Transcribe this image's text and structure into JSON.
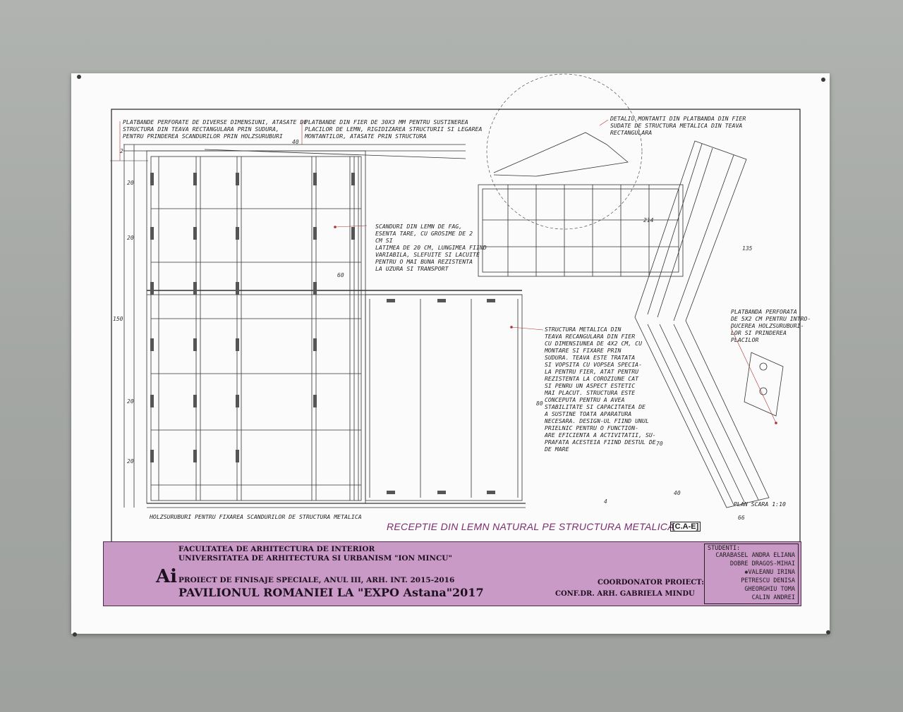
{
  "notes": {
    "platbande_perforate": "PLATBANDE PERFORATE DE DIVERSE DIMENSIUNI, ATASATE DE\nSTRUCTURA DIN TEAVA RECTANGULARA PRIN SUDURA,\nPENTRU PRINDEREA SCANDURILOR PRIN HOLZSURUBURI",
    "platbande_fier": "PLATBANDE DIN FIER DE 30X3 MM PENTRU SUSTINEREA\nPLACILOR DE LEMN, RIGIDIZAREA STRUCTURII SI LEGAREA\nMONTANTILOR, ATASATE PRIN STRUCTURA",
    "detaliu_montanti": "DETALIU MONTANTI DIN PLATBANDA DIN FIER\nSUDATE DE STRUCTURA METALICA DIN TEAVA\nRECTANGULARA",
    "scanduri": "SCANDURI DIN LEMN DE FAG,\nESENTA TARE, CU GROSIME DE 2\nCM SI\nLATIMEA DE 20 CM, LUNGIMEA FIIND\nVARIABILA, SLEFUITE SI LACUITE\nPENTRU O MAI BUNA REZISTENTA\nLA UZURA SI TRANSPORT",
    "structura_metalica": "STRUCTURA METALICA DIN\nTEAVA RECANGULARA DIN FIER\nCU DIMENSIUNEA DE 4X2 CM, CU\nMONTARE SI FIXARE PRIN\nSUDURA. TEAVA ESTE TRATATA\nSI VOPSITA CU VOPSEA SPECIA-\nLA PENTRU FIER, ATAT PENTRU\nREZISTENTA LA COROZIUNE CAT\nSI PENRU UN ASPECT ESTETIC\nMAI PLACUT. STRUCTURA ESTE\nCONCEPUTA PENTRU A AVEA\nSTABILITATE SI CAPACITATEA DE\nA SUSTINE TOATA APARATURA\nNECESARA. DESIGN-UL FIIND UNUL\nPRIELNIC PENTRU O FUNCTION-\nARE EFICIENTA A ACTIVITATII, SU-\nPRAFATA ACESTEIA FIIND DESTUL DE\nDE MARE",
    "platbanda_perforata": "PLATBANDA PERFORATA\nDE 5X2 CM PENTRU INTRO-\nDUCEREA HOLZSURUBURI-\nLOR SI PRINDEREA\nPLACILOR",
    "holzsuruburi": "HOLZSURUBURI PENTRU FIXAREA SCANDURILOR DE STRUCTURA METALICA",
    "plan_scara": "PLAN     SCARA 1:10"
  },
  "dims": {
    "d40a": "40",
    "d40b": "40",
    "d60": "60",
    "d80": "80",
    "d150": "150",
    "d20a": "20",
    "d20b": "20",
    "d20c": "20",
    "d20d": "20",
    "d214": "214",
    "d135": "135",
    "d70": "70",
    "d66": "66",
    "d2": "2",
    "d4": "4"
  },
  "main_title": "RECEPTIE DIN LEMN NATURAL PE STRUCTURA METALICA",
  "code_tag": "[C.A-E]",
  "title_block": {
    "faculty": "FACULTATEA DE ARHITECTURA DE INTERIOR",
    "university": "UNIVERSITATEA DE ARHITECTURA SI URBANISM \"ION MINCU\"",
    "project": "PROIECT DE FINISAJE SPECIALE, ANUL III, ARH. INT. 2015-2016",
    "pavilion": "PAVILIONUL ROMANIEI LA \"EXPO Astana\"2017",
    "coord_label": "COORDONATOR PROIECT:",
    "coord_name": "CONF.DR. ARH. GABRIELA MINDU",
    "logo": "Ai"
  },
  "students": {
    "label": "STUDENTI:",
    "list": [
      "CARABASEL ANDRA ELIANA",
      "DOBRE DRAGOS-MIHAI",
      "✱VALEANU IRINA",
      "PETRESCU DENISA",
      "GHEORGHIU TOMA",
      "CALIN ANDREI"
    ]
  },
  "colors": {
    "title_block": "#c99ac6",
    "title_text": "#7b2d6f",
    "wall": "#a6a9a6"
  }
}
